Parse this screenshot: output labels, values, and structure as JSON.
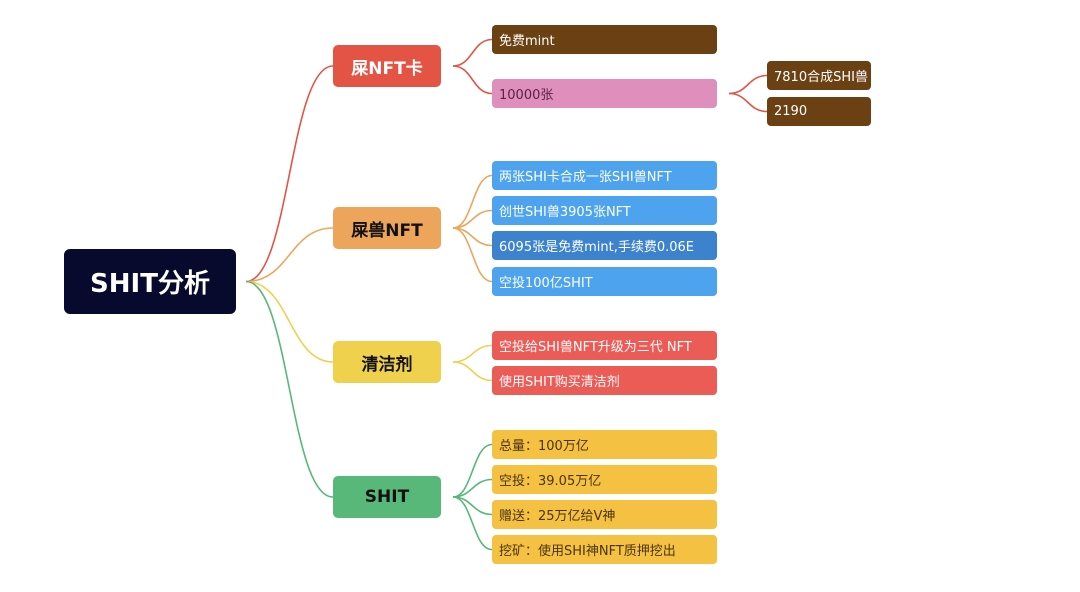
{
  "root": {
    "label": "SHIT分析",
    "color": "#070a2c"
  },
  "branches": [
    {
      "label": "屎NFT卡",
      "color": "#e45445",
      "text_color": "#ffffff",
      "line_color": "#e45445",
      "leaves": [
        {
          "label": "免费mint",
          "color": "#6b4113",
          "text_color": "#ffffff"
        },
        {
          "label": "10000张",
          "color": "#de8fbc",
          "text_color": "#5a2440",
          "children": [
            {
              "label": "7810合成SHI兽",
              "color": "#6b4113",
              "text_color": "#ffffff"
            },
            {
              "label": "2190",
              "color": "#6b4113",
              "text_color": "#ffffff"
            }
          ]
        }
      ]
    },
    {
      "label": "屎兽NFT",
      "color": "#eda55c",
      "text_color": "#111111",
      "line_color": "#eda55c",
      "leaves": [
        {
          "label": "两张SHI卡合成一张SHI兽NFT",
          "color": "#4da3ee",
          "text_color": "#ffffff"
        },
        {
          "label": "创世SHI兽3905张NFT",
          "color": "#4da3ee",
          "text_color": "#ffffff"
        },
        {
          "label": "6095张是免费mint,手续费0.06E",
          "color": "#3d82cc",
          "text_color": "#ffffff"
        },
        {
          "label": "空投100亿SHIT",
          "color": "#4da3ee",
          "text_color": "#ffffff"
        }
      ]
    },
    {
      "label": "清洁剂",
      "color": "#efd14e",
      "text_color": "#111111",
      "line_color": "#efd14e",
      "leaves": [
        {
          "label": "空投给SHI兽NFT升级为三代 NFT",
          "color": "#eb5c57",
          "text_color": "#ffffff"
        },
        {
          "label": "使用SHIT购买清洁剂",
          "color": "#eb5c57",
          "text_color": "#ffffff"
        }
      ]
    },
    {
      "label": "SHIT",
      "color": "#57b87a",
      "text_color": "#111111",
      "line_color": "#57b87a",
      "leaves": [
        {
          "label": "总量：100万亿",
          "color": "#f5c142",
          "text_color": "#4a3410"
        },
        {
          "label": "空投：39.05万亿",
          "color": "#f5c142",
          "text_color": "#4a3410"
        },
        {
          "label": "赠送：25万亿给V神",
          "color": "#f5c142",
          "text_color": "#4a3410"
        },
        {
          "label": "挖矿：使用SHI神NFT质押挖出",
          "color": "#f5c142",
          "text_color": "#4a3410"
        }
      ]
    }
  ]
}
